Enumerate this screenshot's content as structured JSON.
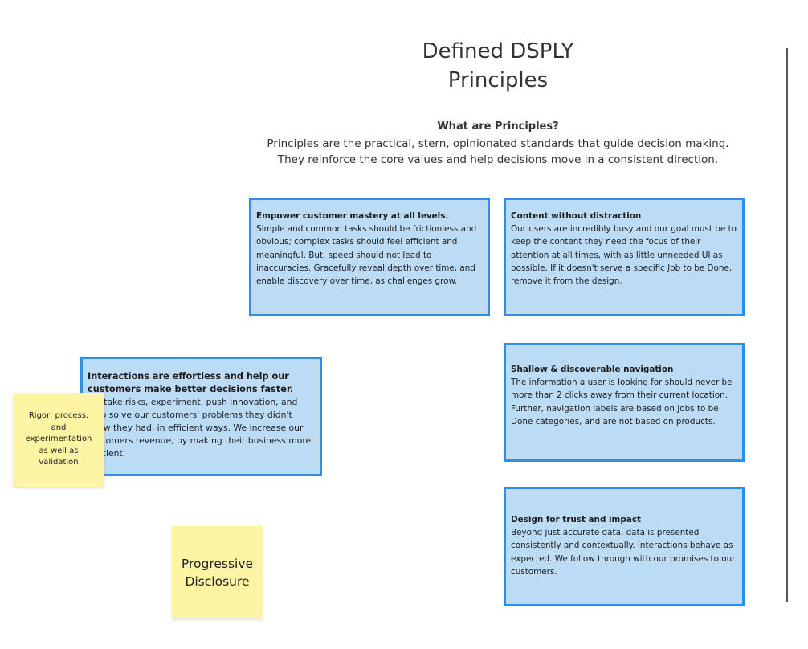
{
  "title": {
    "line1": "Defined DSPLY",
    "line2": "Principles"
  },
  "intro": {
    "question": "What are Principles?",
    "line1": "Principles are the practical, stern, opinionated standards that guide decision making.",
    "line2": "They reinforce the core values and help decisions move in a consistent direction."
  },
  "cards": [
    {
      "title": "Empower customer mastery at all levels.",
      "body": "Simple and common tasks should be frictionless and obvious; complex tasks should feel efficient and meaningful. But, speed should not lead to inaccuracies. Gracefully reveal depth over time, and enable discovery over time, as challenges grow."
    },
    {
      "title": "Content without distraction",
      "body": "Our users are incredibly busy and our goal must be to keep the content they need the focus of their attention at all times, with as little unneeded UI as possible. If it doesn't serve a specific Job to be Done, remove it from the design."
    },
    {
      "title": "Interactions are effortless and help our customers make better decisions faster.",
      "body": "We take risks, experiment, push innovation, and help solve our customers' problems they didn't know they had, in efficient ways. We increase our customers revenue, by making their business more efficient."
    },
    {
      "title": "Shallow & discoverable navigation",
      "body": "The information a user is looking for should never be more than 2 clicks away from their current location. Further, navigation labels are based on Jobs to be Done categories, and are not based on products."
    },
    {
      "title": "Design for trust and impact",
      "body": "Beyond just accurate data, data is presented consistently and contextually. Interactions behave as expected. We follow through with our promises to our customers."
    }
  ],
  "stickies": [
    {
      "text": "Rigor, process, and experimentation as well as validation"
    },
    {
      "text": "Progressive Disclosure"
    }
  ],
  "colors": {
    "card_fill": "#bcdcf6",
    "card_border": "#2e8fea",
    "sticky_fill": "#fdf5a3"
  }
}
